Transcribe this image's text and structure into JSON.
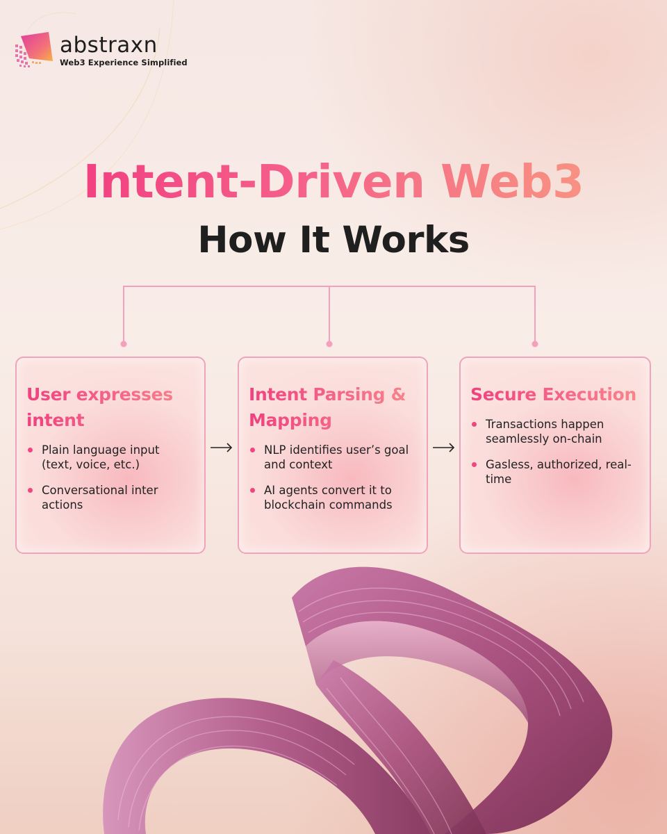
{
  "brand": {
    "name": "abstraxn",
    "tagline": "Web3 Experience Simplified"
  },
  "heading": {
    "title": "Intent-Driven Web3",
    "subtitle": "How It Works"
  },
  "colors": {
    "accent_pink": "#f0357e",
    "accent_coral": "#f89c84",
    "card_border": "#f0a3bb",
    "text_dark": "#1f1f1f"
  },
  "steps": [
    {
      "title": "User expresses intent",
      "bullets": [
        "Plain language input (text, voice, etc.)",
        "Conversational inter actions"
      ]
    },
    {
      "title": "Intent Parsing & Mapping",
      "bullets": [
        "NLP identifies user’s goal and context",
        "AI agents convert it to blockchain commands"
      ]
    },
    {
      "title": "Secure Execution",
      "bullets": [
        "Transactions happen seamlessly on-chain",
        "Gasless, authorized, real-time"
      ]
    }
  ],
  "icons": {
    "logo": "abstraxn-logo-icon",
    "arrow": "arrow-right-icon",
    "bullet": "bullet-dot-icon"
  }
}
